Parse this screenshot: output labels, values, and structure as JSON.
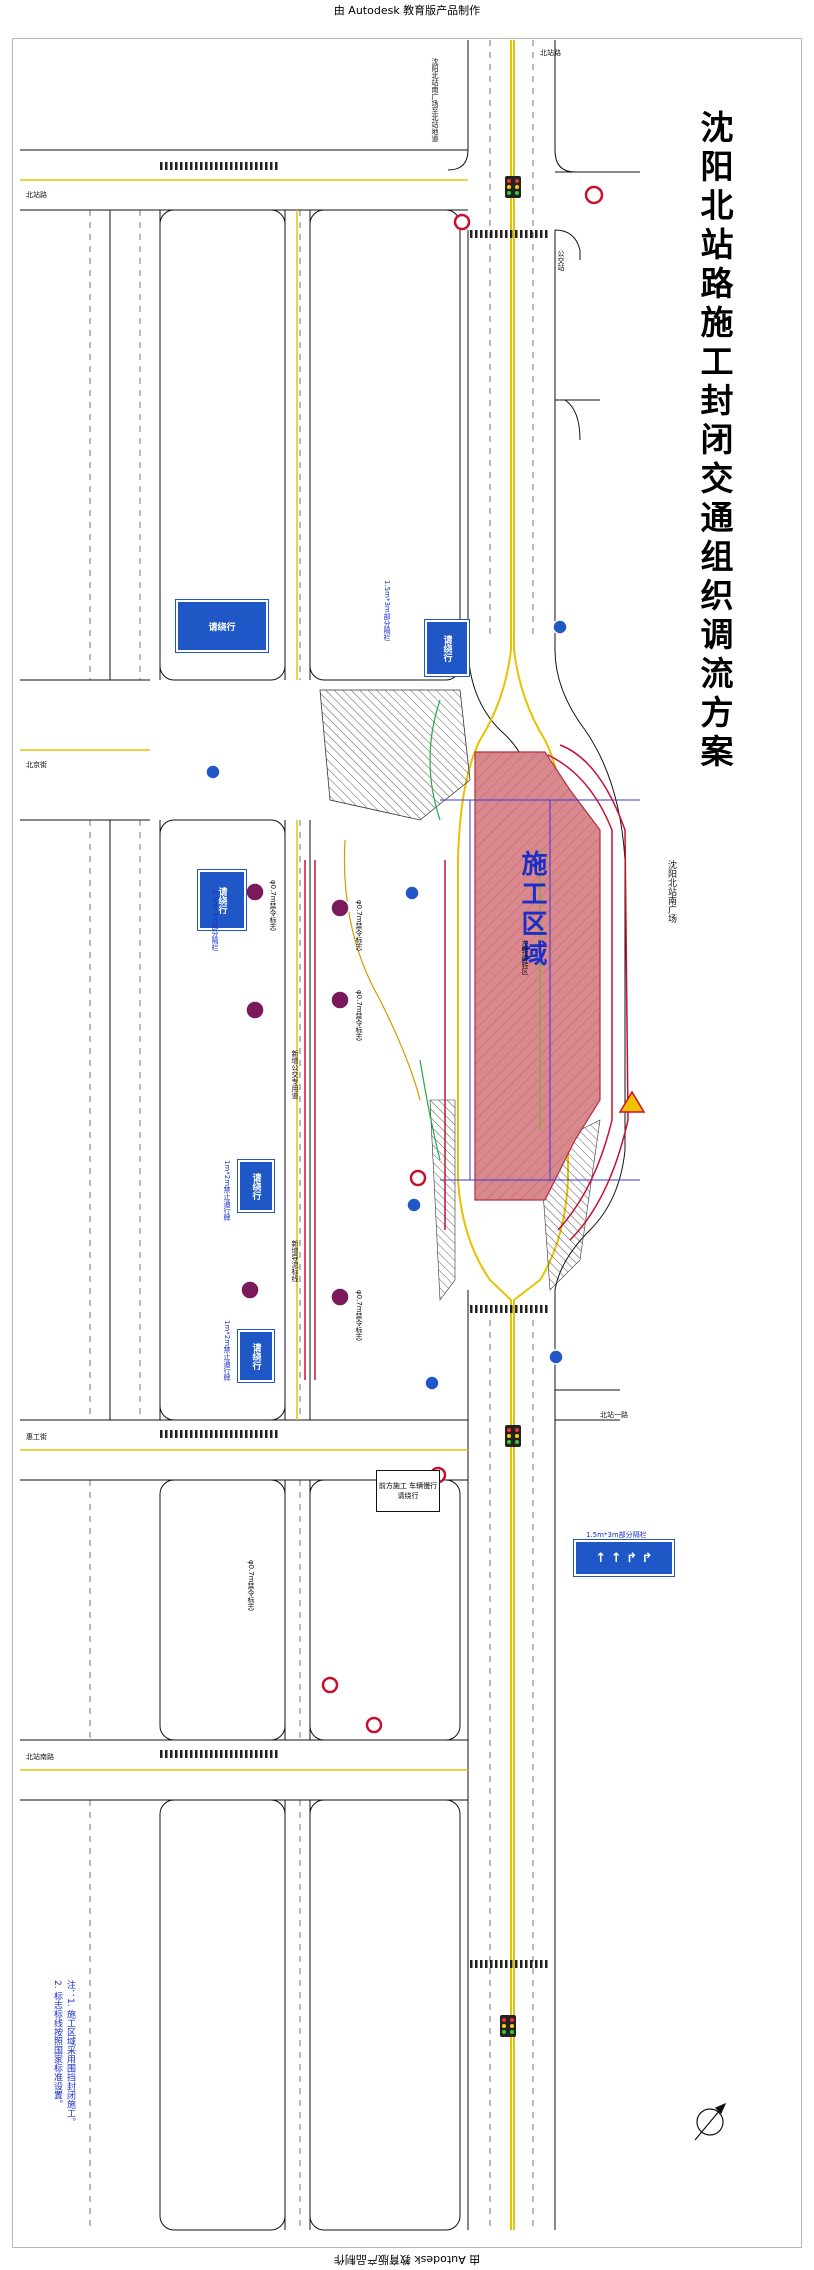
{
  "header": {
    "top": "由 Autodesk 教育版产品制作",
    "bottom": "由 Autodesk 教育版产品制作"
  },
  "title": "沈阳北站路施工封闭交通组织调流方案",
  "construction_zone": "施工区域",
  "labels": {
    "north_square": "沈阳北站南广场",
    "north_tunnel": "沈阳北站南广场至北站地道",
    "road_left_top": "北站路",
    "road_mid_left": "北京街",
    "road_lower_left": "惠工街",
    "road_bottom_left": "北站南路",
    "road_right_top": "北站路",
    "road_right_bottom": "北站一路",
    "new_lane_1": "新增公交专用道",
    "new_lane_2": "新增导流标线",
    "bus_station": "公交站",
    "left_turn_wait": "左转待转区",
    "sign_size_1": "1.5m*3m部分隔栏",
    "sign_size_2": "1.5m*3m部分隔栏",
    "sign_size_3": "1m*2m禁止通行牌",
    "sign_size_4": "1m*2m禁止通行牌",
    "sign_small_1": "φ0.7m禁令标志",
    "sign_small_2": "φ0.7m禁令标志",
    "sign_small_3": "φ0.7m禁令标志",
    "sign_small_4": "φ0.7m禁令标志",
    "sign_small_5": "φ0.7m禁令标志",
    "notice_sign": "前方施工 车辆慢行 请绕行",
    "right_sign_label": "1.5m*3m部分隔栏"
  },
  "signs": {
    "panel_1": "请绕行",
    "panel_2": "请绕行",
    "panel_3": "请绕行",
    "panel_4": "请绕行",
    "panel_5": "请绕行"
  },
  "notes": {
    "line1": "注：1. 施工区域采用围挡封闭施工。",
    "line2": "2. 标志标线按照国家标准设置。"
  },
  "colors": {
    "construction_fill": "#d9888e",
    "sign_blue": "#1f58c6",
    "road_yellow": "#e6c200",
    "text_blue": "#1a2fc8",
    "prohibit_red": "#c8102e",
    "prohibit_purple": "#7a1a5a"
  }
}
